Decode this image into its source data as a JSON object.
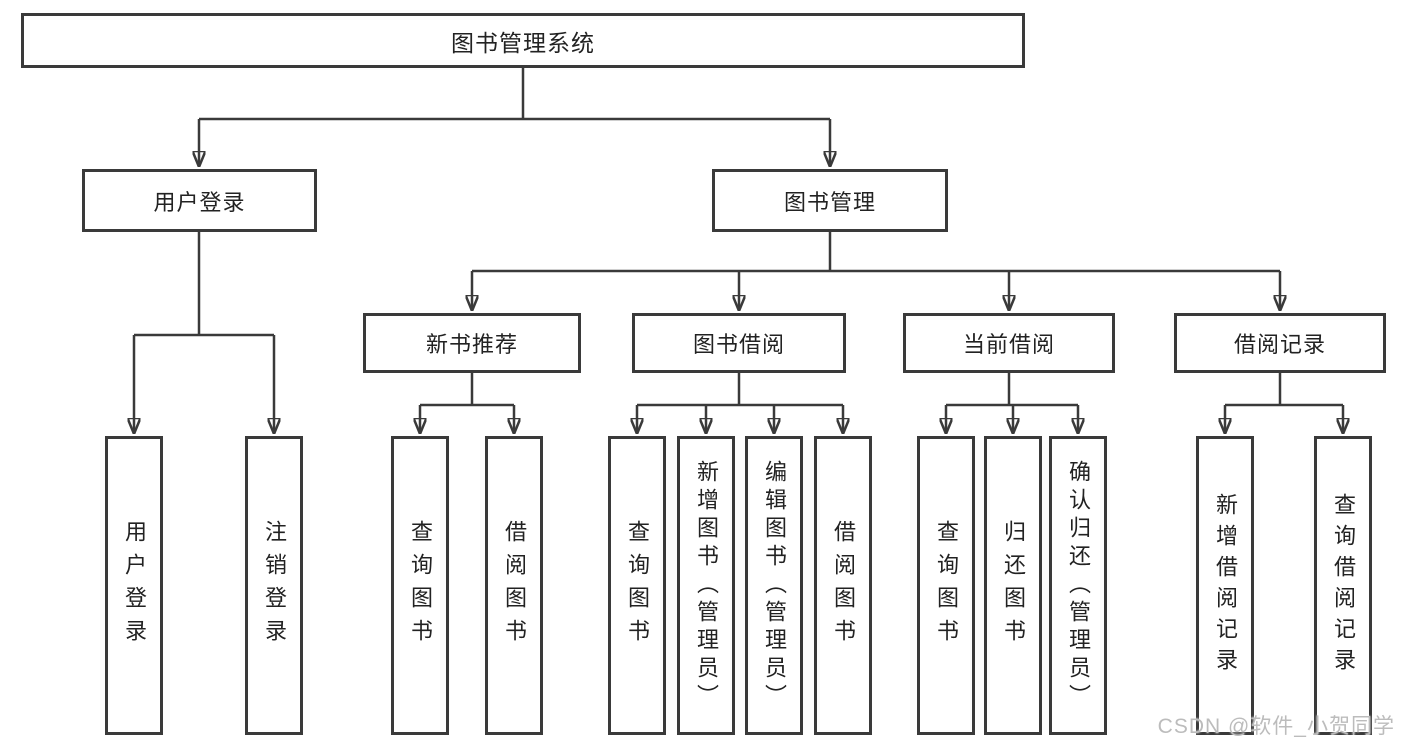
{
  "colors": {
    "background": "#ffffff",
    "line": "#3a3a3a",
    "box_border": "#3a3a3a",
    "text": "#222222",
    "watermark": "#bcbcbc"
  },
  "watermark": {
    "text": "CSDN @软件_小贺同学"
  },
  "diagram": {
    "root": {
      "label": "图书管理系统"
    },
    "branches": [
      {
        "label": "用户登录",
        "children": [
          {
            "label": "用户登录"
          },
          {
            "label": "注销登录"
          }
        ]
      },
      {
        "label": "图书管理",
        "children": [
          {
            "label": "新书推荐",
            "children": [
              {
                "label": "查询图书"
              },
              {
                "label": "借阅图书"
              }
            ]
          },
          {
            "label": "图书借阅",
            "children": [
              {
                "label": "查询图书"
              },
              {
                "label": "新增图书（管理员）"
              },
              {
                "label": "编辑图书（管理员）"
              },
              {
                "label": "借阅图书"
              }
            ]
          },
          {
            "label": "当前借阅",
            "children": [
              {
                "label": "查询图书"
              },
              {
                "label": "归还图书"
              },
              {
                "label": "确认归还（管理员）"
              }
            ]
          },
          {
            "label": "借阅记录",
            "children": [
              {
                "label": "新增借阅记录"
              },
              {
                "label": "查询借阅记录"
              }
            ]
          }
        ]
      }
    ]
  }
}
